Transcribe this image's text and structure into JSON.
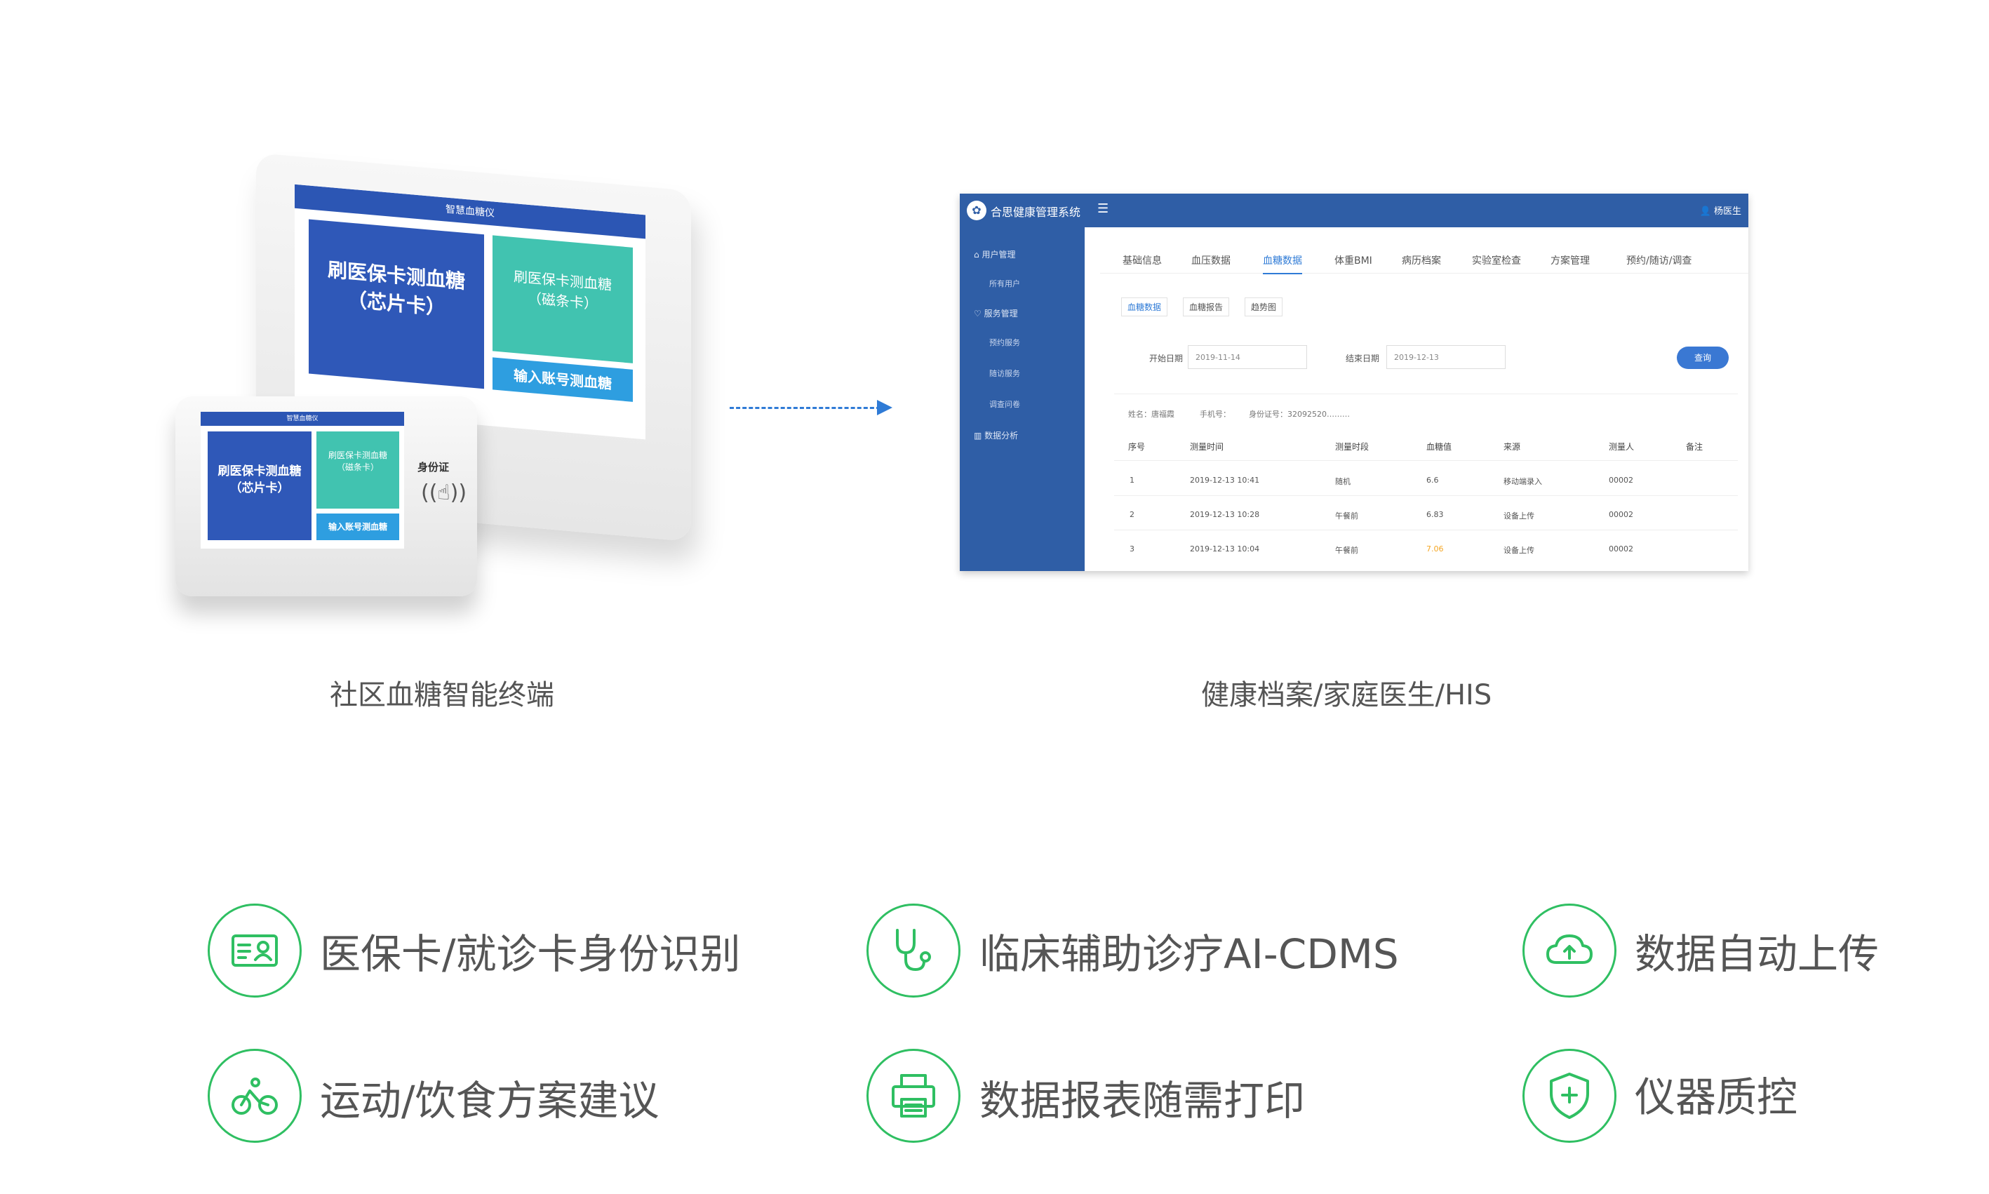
{
  "terminal": {
    "screen_title": "智慧血糖仪",
    "tile_chip_line1": "刷医保卡测血糖",
    "tile_chip_line2": "（芯片卡）",
    "tile_mag_line1": "刷医保卡测血糖",
    "tile_mag_line2": "（磁条卡）",
    "tile_account": "输入账号测血糖",
    "id_card_label": "身份证",
    "caption": "社区血糖智能终端"
  },
  "his": {
    "app_title": "合思健康管理系统",
    "user": "杨医生",
    "sidebar": [
      {
        "label": "用户管理",
        "sub": [
          "所有用户"
        ]
      },
      {
        "label": "服务管理",
        "sub": [
          "预约服务",
          "随访服务",
          "调查问卷"
        ]
      },
      {
        "label": "数据分析",
        "sub": []
      }
    ],
    "tabs": [
      "基础信息",
      "血压数据",
      "血糖数据",
      "体重BMI",
      "病历档案",
      "实验室检查",
      "方案管理",
      "预约/随访/调查"
    ],
    "active_tab": "血糖数据",
    "subtabs": [
      "血糖数据",
      "血糖报告",
      "趋势图"
    ],
    "filter": {
      "start_label": "开始日期",
      "start_value": "2019-11-14",
      "end_label": "结束日期",
      "end_value": "2019-12-13",
      "query": "查询"
    },
    "patient": {
      "name": "姓名：唐福霞",
      "phone": "手机号：",
      "id": "身份证号：32092520………"
    },
    "columns": [
      "序号",
      "测量时间",
      "测量时段",
      "血糖值",
      "来源",
      "测量人",
      "备注"
    ],
    "rows": [
      [
        "1",
        "2019-12-13 10:41",
        "随机",
        "6.6",
        "移动端录入",
        "00002",
        ""
      ],
      [
        "2",
        "2019-12-13 10:28",
        "午餐前",
        "6.83",
        "设备上传",
        "00002",
        ""
      ],
      [
        "3",
        "2019-12-13 10:04",
        "午餐前",
        "7.06",
        "设备上传",
        "00002",
        ""
      ]
    ],
    "caption": "健康档案/家庭医生/HIS"
  },
  "features": [
    {
      "icon": "id-card-icon",
      "label": "医保卡/就诊卡身份识别"
    },
    {
      "icon": "stethoscope-icon",
      "label": "临床辅助诊疗AI-CDMS"
    },
    {
      "icon": "cloud-upload-icon",
      "label": "数据自动上传"
    },
    {
      "icon": "bicycle-icon",
      "label": "运动/饮食方案建议"
    },
    {
      "icon": "printer-icon",
      "label": "数据报表随需打印"
    },
    {
      "icon": "shield-plus-icon",
      "label": "仪器质控"
    }
  ],
  "colors": {
    "accent_green": "#2fbf62",
    "brand_blue": "#2f5ea6",
    "arrow_blue": "#2f7bd6",
    "highlight_orange": "#f5a623"
  }
}
